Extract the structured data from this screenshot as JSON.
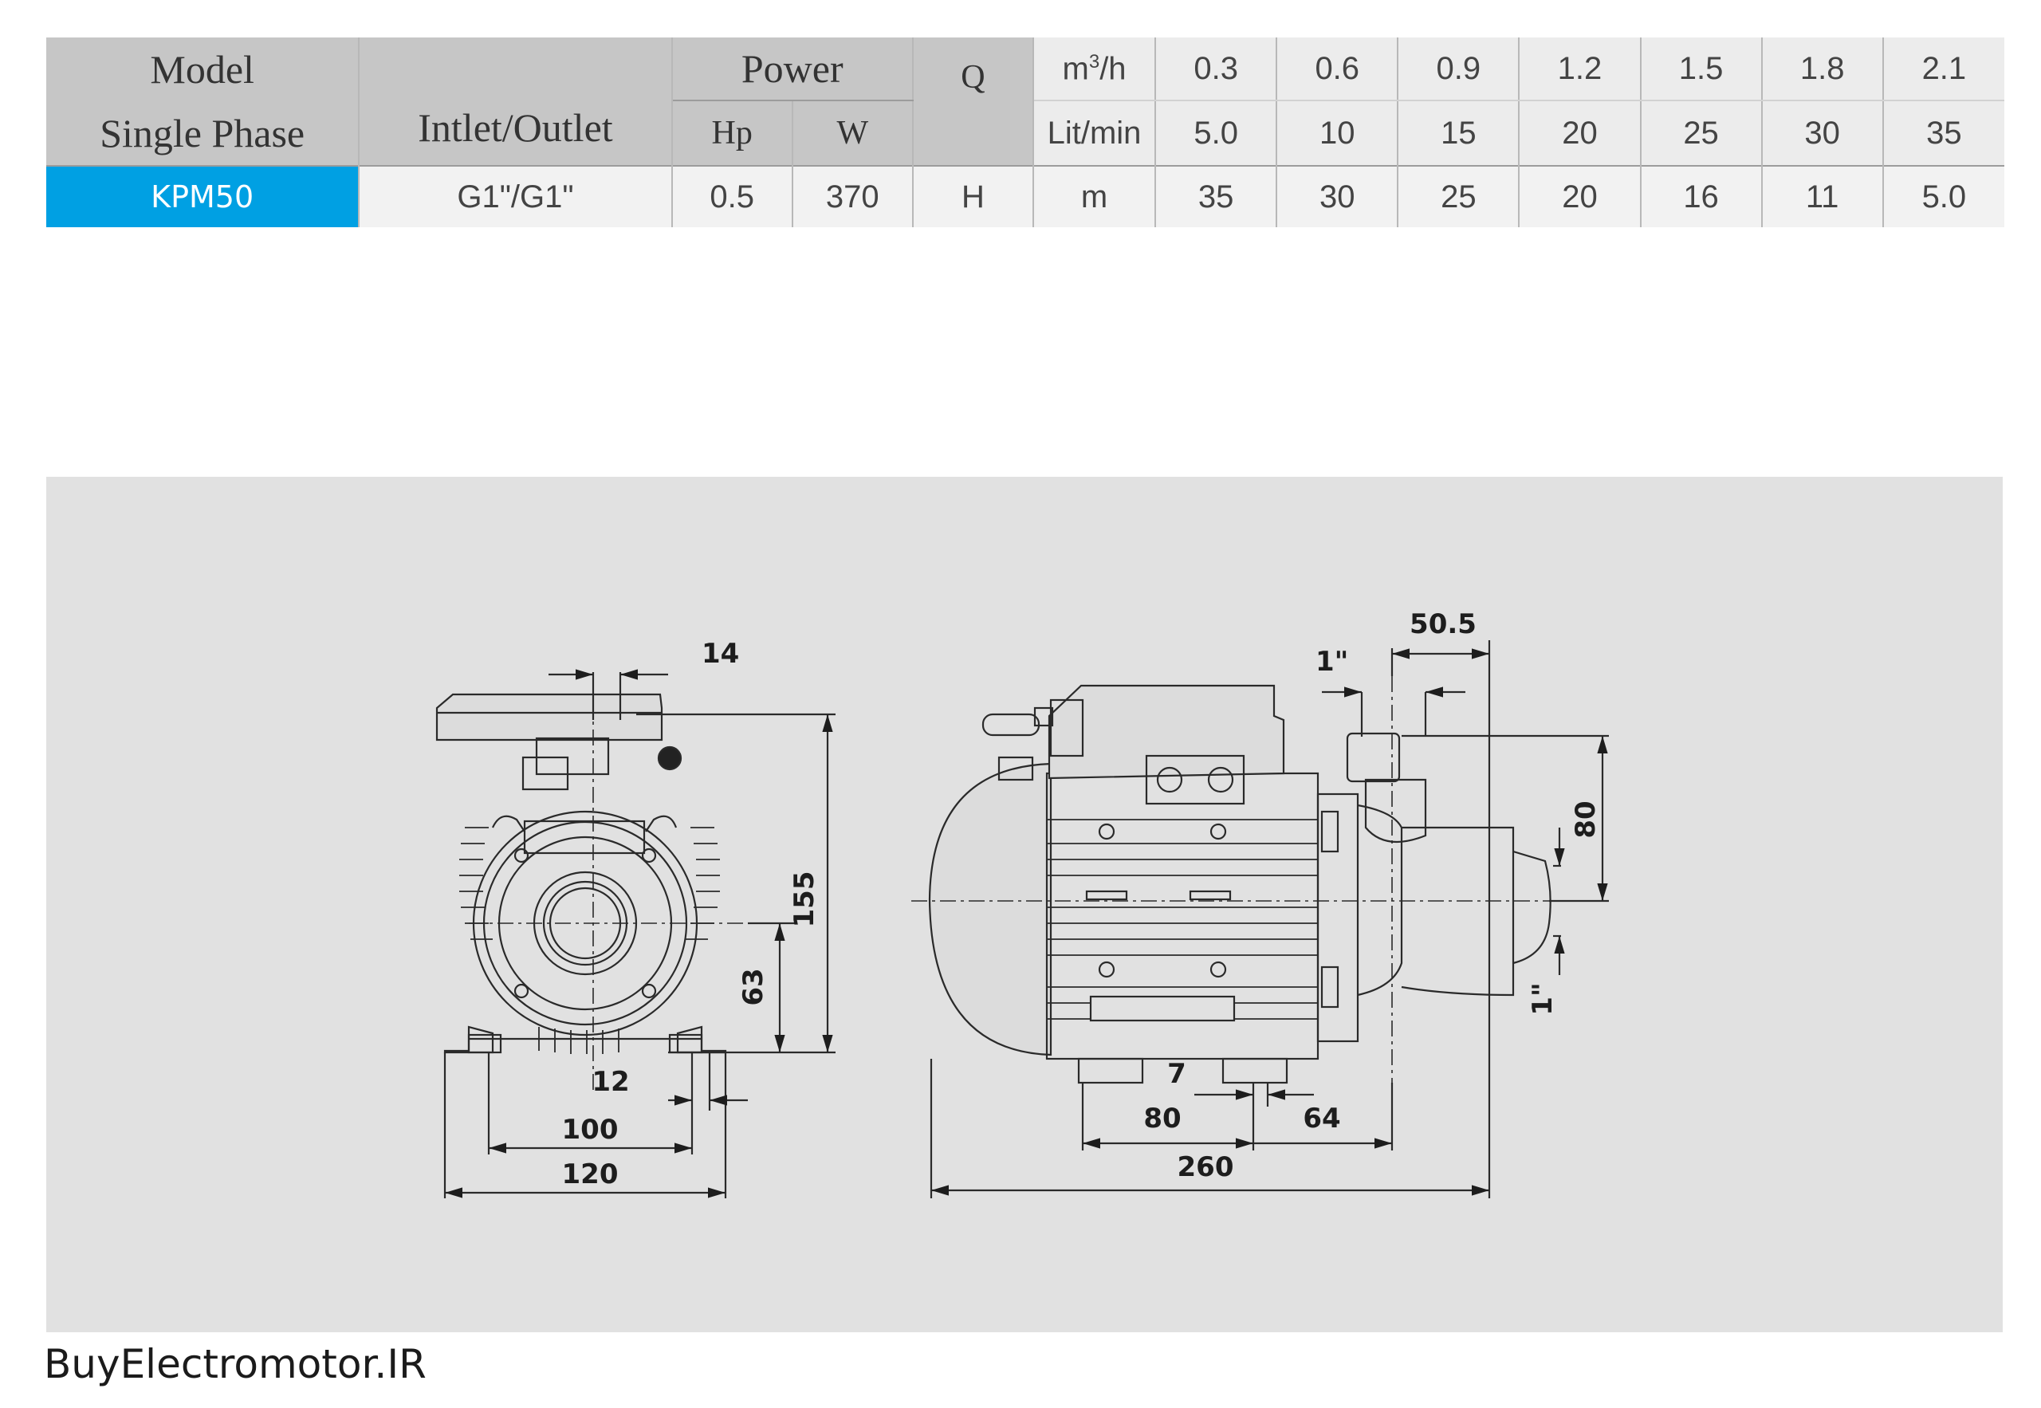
{
  "table": {
    "header": {
      "model_line1": "Model",
      "model_line2": "Single Phase",
      "inlet_outlet": "Intlet/Outlet",
      "power": "Power",
      "hp": "Hp",
      "w": "W",
      "q": "Q",
      "flow_unit_m3h_base": "m",
      "flow_unit_m3h_sup": "3",
      "flow_unit_m3h_tail": "/h",
      "flow_unit_lit": "Lit/min",
      "flow_m3h": [
        "0.3",
        "0.6",
        "0.9",
        "1.2",
        "1.5",
        "1.8",
        "2.1"
      ],
      "flow_lit": [
        "5.0",
        "10",
        "15",
        "20",
        "25",
        "30",
        "35"
      ]
    },
    "row": {
      "model": "KPM50",
      "inlet_outlet": "G1\"/G1\"",
      "hp": "0.5",
      "w": "370",
      "h_label": "H",
      "h_unit": "m",
      "heads": [
        "35",
        "30",
        "25",
        "20",
        "16",
        "11",
        "5.0"
      ]
    },
    "accent_color": "#00a0e3"
  },
  "drawing": {
    "front_view": {
      "dim_14": "14",
      "dim_155": "155",
      "dim_63": "63",
      "dim_12": "12",
      "dim_100": "100",
      "dim_120": "120"
    },
    "side_view": {
      "dim_50_5": "50.5",
      "dim_1in_top": "1\"",
      "dim_80_vert": "80",
      "dim_1in_side": "1\"",
      "dim_7": "7",
      "dim_80": "80",
      "dim_64": "64",
      "dim_260": "260"
    }
  },
  "footer": {
    "site": "BuyElectromotor.IR"
  }
}
